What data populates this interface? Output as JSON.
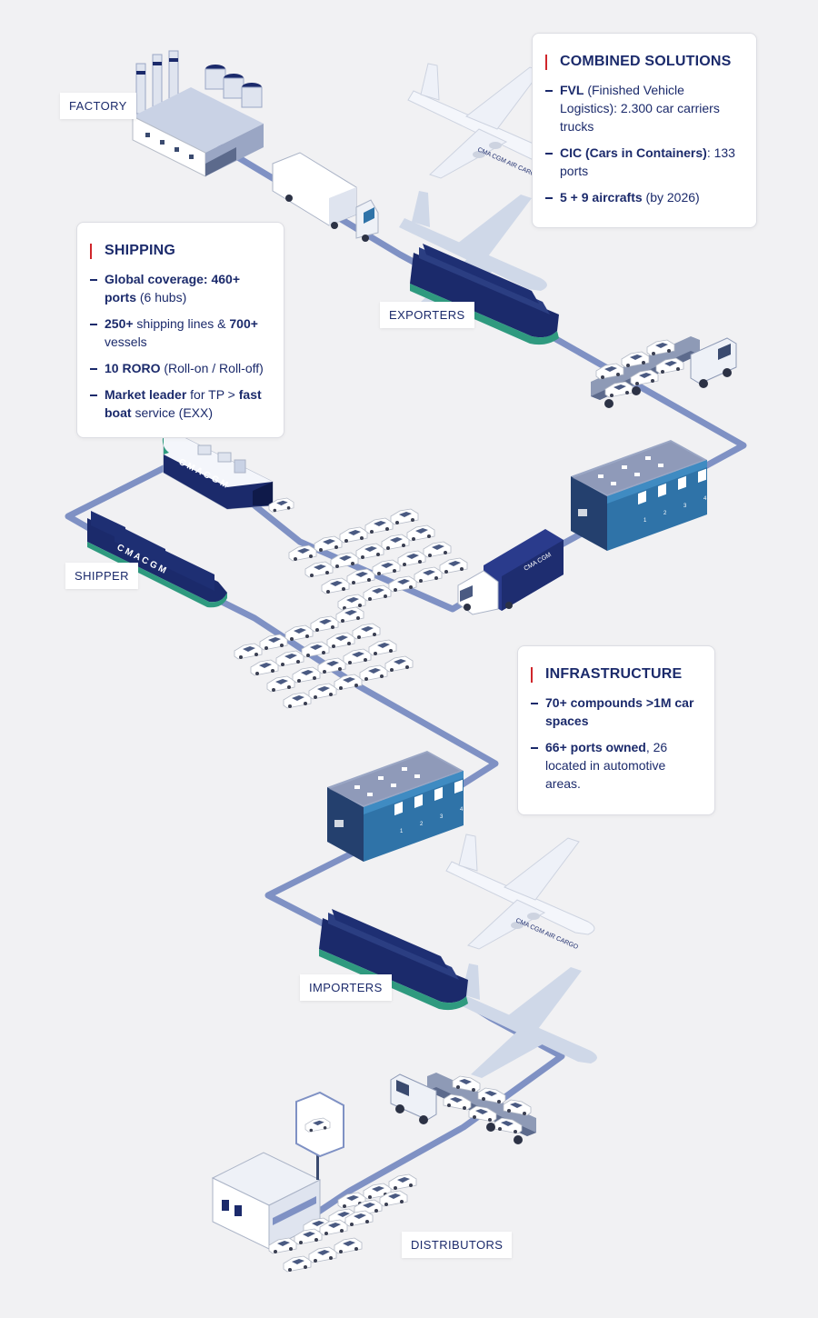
{
  "labels": {
    "factory": "FACTORY",
    "exporters": "EXPORTERS",
    "shipper": "SHIPPER",
    "importers": "IMPORTERS",
    "distributors": "DISTRIBUTORS"
  },
  "combined": {
    "title": "COMBINED SOLUTIONS",
    "items": [
      {
        "bold": "FVL",
        "text": " (Finished Vehicle Logistics): 2.300 car carriers trucks"
      },
      {
        "bold": "CIC (Cars in Containers)",
        "text": ": 133 ports"
      },
      {
        "bold": "5 + 9 aircrafts",
        "text": " (by 2026)"
      }
    ]
  },
  "shipping": {
    "title": "SHIPPING",
    "items": [
      {
        "b1": "Global coverage: 460+ ports",
        "t1": " (6 hubs)",
        "b2": "",
        "t2": ""
      },
      {
        "b1": "250+",
        "t1": " shipping lines & ",
        "b2": "700+",
        "t2": " vessels"
      },
      {
        "b1": "10 RORO",
        "t1": " (Roll-on / Roll-off)",
        "b2": "",
        "t2": ""
      },
      {
        "b1": "Market leader",
        "t1": " for TP > ",
        "b2": "fast boat",
        "t2": " service (EXX)"
      }
    ]
  },
  "infrastructure": {
    "title": "INFRASTRUCTURE",
    "items": [
      {
        "bold": "70+ compounds  >1M car spaces",
        "text": ""
      },
      {
        "bold": "66+ ports owned",
        "text": ", 26 located in automotive areas."
      }
    ]
  },
  "branding": {
    "ship_name": "C M A  C G M",
    "cargo_name": "CMA CGM AIR CARGO",
    "container_logo": "CMA CGM",
    "dock_numbers": [
      "1",
      "2",
      "3",
      "4"
    ]
  },
  "colors": {
    "route": "#7f91c4",
    "navy": "#1b2a6b",
    "blue": "#2f73a8",
    "accent_red": "#d0262b",
    "hull_green": "#2f9a7f"
  }
}
